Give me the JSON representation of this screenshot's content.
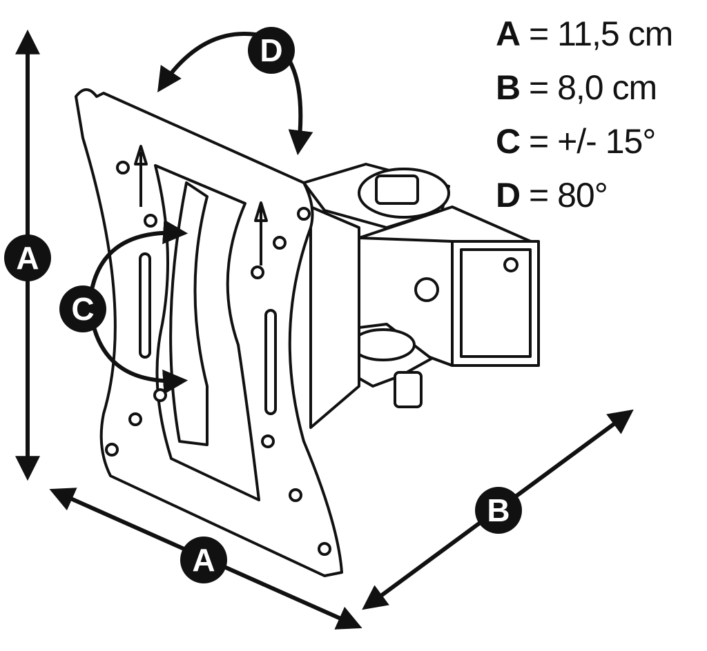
{
  "callouts": {
    "a_height": "A",
    "a_width": "A",
    "b_depth": "B",
    "c_swivel": "C",
    "d_tilt": "D"
  },
  "legend": [
    {
      "key": "A",
      "value": "= 11,5 cm"
    },
    {
      "key": "B",
      "value": "= 8,0 cm"
    },
    {
      "key": "C",
      "value": "= +/- 15°"
    },
    {
      "key": "D",
      "value": "= 80°"
    }
  ]
}
